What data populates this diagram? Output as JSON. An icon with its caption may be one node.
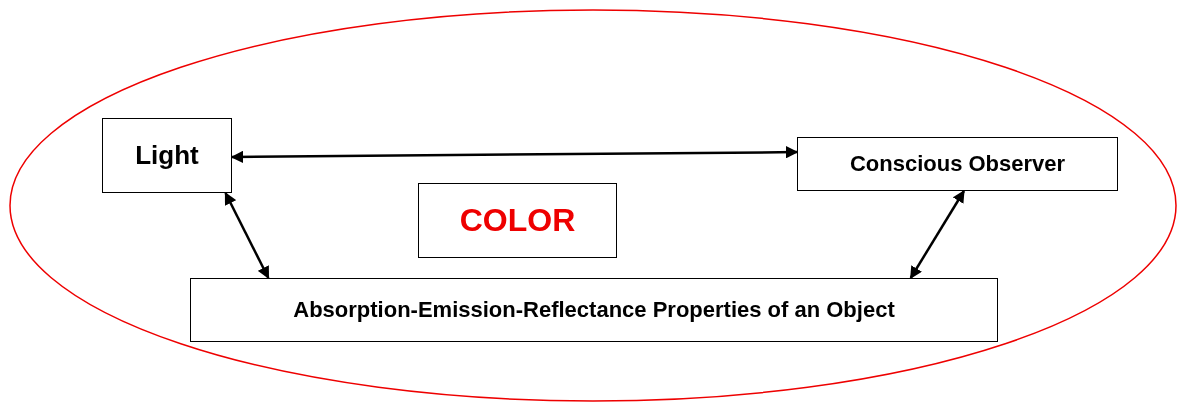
{
  "diagram": {
    "nodes": [
      {
        "text": [],
        "shape": "ellipse"
      },
      {
        "text": [
          "Light"
        ],
        "in": 0
      },
      {
        "text": [
          "Conscious Observer"
        ],
        "in": 0
      },
      {
        "text": [
          "COLOR"
        ],
        "in": 0
      },
      {
        "text": [
          "Absorption-Emission-Reflectance Properties of an Object"
        ],
        "in": 0
      }
    ],
    "edges": [
      {
        "from": 1,
        "to": 2,
        "arrow": "both"
      },
      {
        "from": 1,
        "to": 4,
        "arrow": "both"
      },
      {
        "from": 2,
        "to": 4,
        "arrow": "both"
      }
    ]
  }
}
